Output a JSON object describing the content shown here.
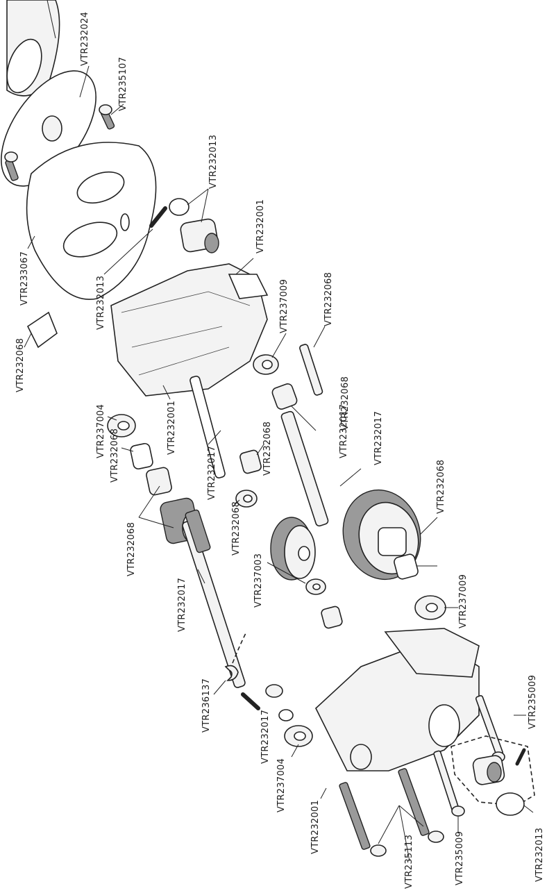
{
  "labels": {
    "l01": "VTR232024",
    "l02": "VTR235107",
    "l03": "VTR232013",
    "l04": "VTR233067",
    "l05": "VTR232013",
    "l06": "VTR232001",
    "l07": "VTR232068",
    "l08": "VTR237009",
    "l09": "VTR232068",
    "l10": "VTR237004",
    "l11": "VTR232001",
    "l12": "VTR232068",
    "l13": "VTR232017",
    "l14": "VTR232017",
    "l15": "VTR232068",
    "l16": "VTR232017",
    "l17": "VTR232068",
    "l18": "VTR232068",
    "l19": "VTR232068",
    "l20": "VTR237003",
    "l21": "VTR232017",
    "l22": "VTR232068",
    "l23": "VTR237009",
    "l24": "VTR236137",
    "l25": "VTR232017",
    "l26": "VTR237004",
    "l27": "VTR235009",
    "l28": "VTR232001",
    "l29": "VTR235009",
    "l30": "VTR235113",
    "l31": "VTR232013"
  }
}
